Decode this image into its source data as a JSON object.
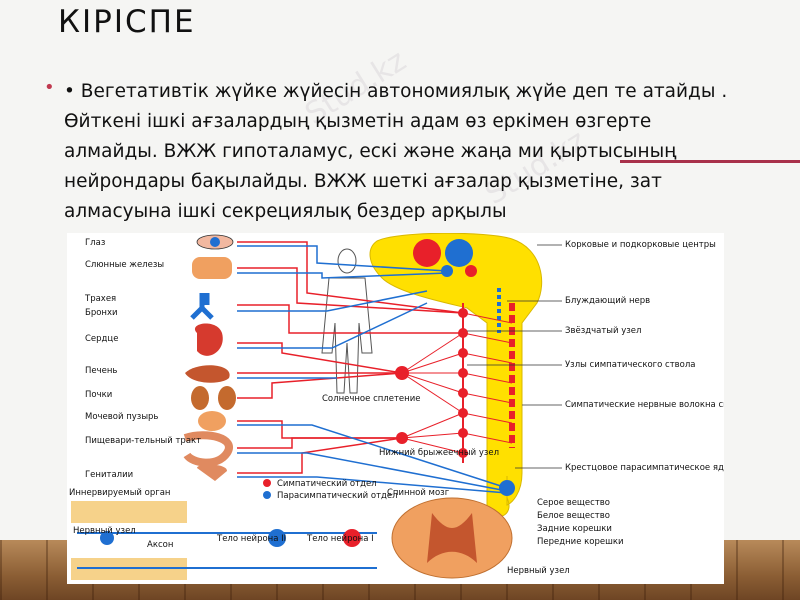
{
  "slide": {
    "title": "КІРІСПЕ",
    "bullet_marker": "•",
    "bullet_text": "• Вегетативтік жүйке жүйесін автономиялық жүйе деп те атайды . Өйткені ішкі ағзалардың қызметін адам өз еркімен өзгерте алмайды. ВЖЖ гипоталамус, ескі және жаңа ми қыртысының нейрондары бақылайды. ВЖЖ шеткі ағзалар қызметіне, зат алмасуына ішкі секрециялық бездер арқылы"
  },
  "colors": {
    "title": "#111111",
    "bullet_marker": "#c0394f",
    "accent_line": "#a8314a",
    "sympathetic": "#e8202a",
    "parasympathetic": "#1f6fd1",
    "spinal_cord": "#ffe000"
  },
  "diagram": {
    "organs": [
      "Глаз",
      "Слюнные железы",
      "Трахея",
      "Бронхи",
      "Сердце",
      "Печень",
      "Почки",
      "Мочевой пузырь",
      "Пищевари-тельный тракт",
      "Гениталии"
    ],
    "right_labels": [
      "Корковые и подкорковые центры",
      "Блуждающий нерв",
      "Звёздчатый узел",
      "Узлы симпатического ствола",
      "Симпатические нервные волокна спинно-мозговых нервов",
      "Крестцовое парасимпатическое ядро спинного мозга"
    ],
    "center_labels": [
      "Солнечное сплетение",
      "Нижний брыжеечный узел"
    ],
    "legend": [
      "Симпатический отдел",
      "Парасимпатический отдел"
    ],
    "bottom_left_labels": [
      "Иннервируемый орган",
      "Нервный узел",
      "Аксон",
      "Тело нейрона II",
      "Тело нейрона I"
    ],
    "bottom_right_labels": [
      "Спинной мозг",
      "Серое вещество",
      "Белое вещество",
      "Задние корешки",
      "Передние корешки",
      "Нервный узел"
    ]
  }
}
